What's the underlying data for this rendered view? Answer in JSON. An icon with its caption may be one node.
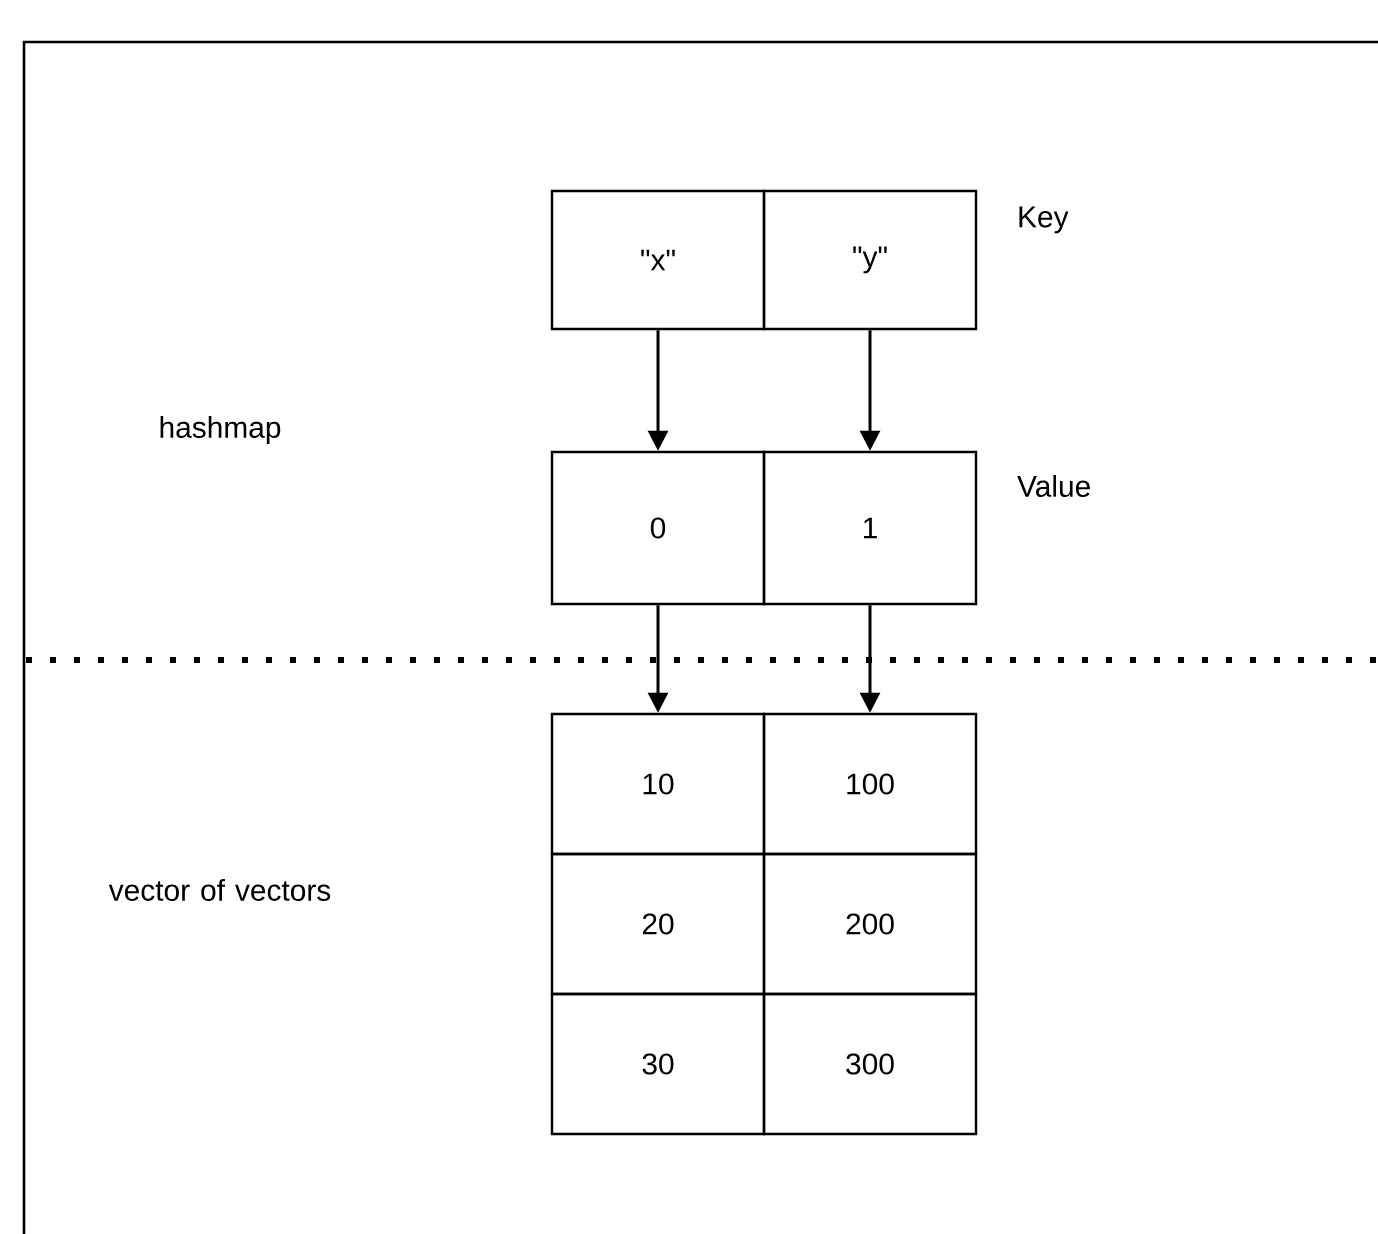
{
  "diagram": {
    "nodes": [
      {
        "text": [
          "\"x\""
        ]
      },
      {
        "text": [
          "\"y\""
        ]
      },
      {
        "text": [
          "0"
        ]
      },
      {
        "text": [
          "1"
        ]
      },
      {
        "text": [
          "10"
        ]
      },
      {
        "text": [
          "100"
        ]
      },
      {
        "text": [
          "20"
        ]
      },
      {
        "text": [
          "200"
        ]
      },
      {
        "text": [
          "30"
        ]
      },
      {
        "text": [
          "300"
        ]
      }
    ],
    "edges": [
      {
        "from": 0,
        "to": 2,
        "arrow": "to"
      },
      {
        "from": 1,
        "to": 3,
        "arrow": "to"
      },
      {
        "from": 2,
        "to": 4,
        "arrow": "to"
      },
      {
        "from": 3,
        "to": 5,
        "arrow": "to"
      }
    ],
    "labels": [
      "Key",
      "hashmap",
      "Value",
      "vector of vectors"
    ]
  }
}
